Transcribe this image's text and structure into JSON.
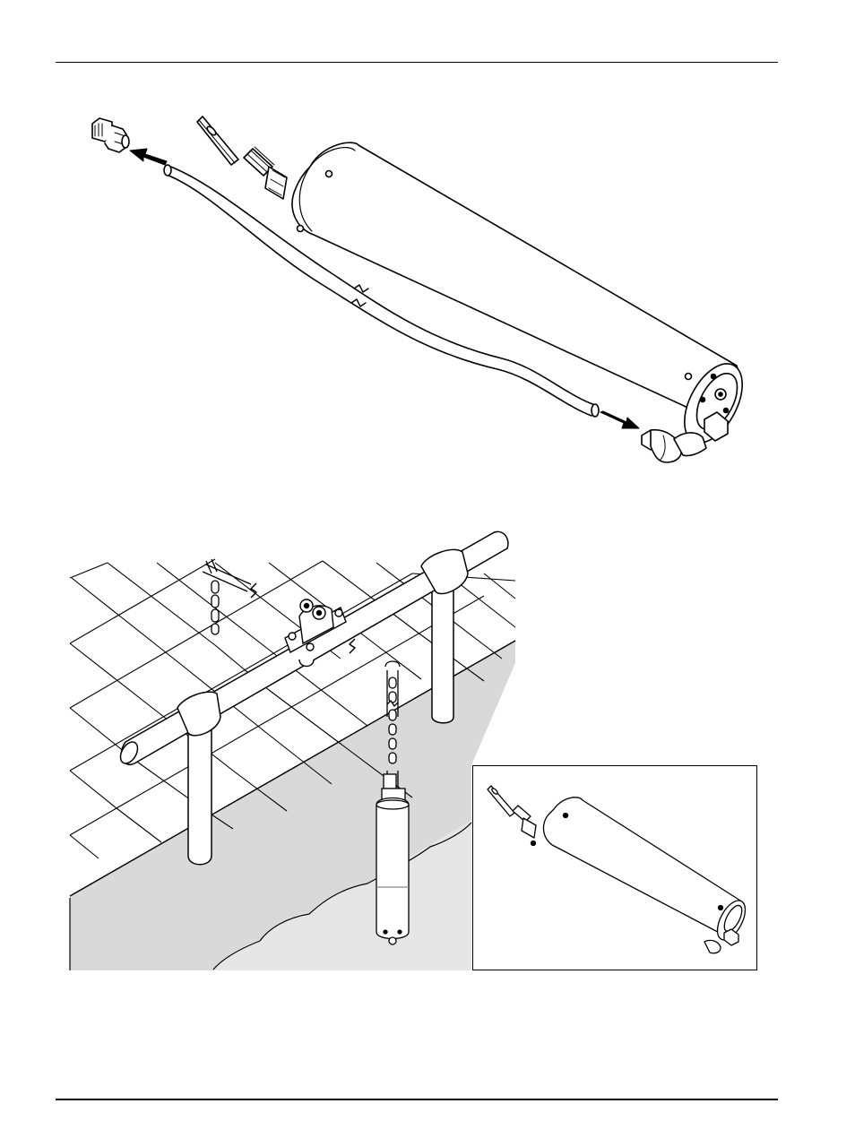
{
  "page": {
    "header_rule": "top",
    "footer_rule": "bottom"
  },
  "figure_top": {
    "parts": [
      "cable-gland-fitting",
      "tubing-hose",
      "sensor-probe-body",
      "elbow-fitting"
    ],
    "arrows": [
      "remove-fitting-arrow",
      "attach-elbow-arrow"
    ]
  },
  "figure_bottom": {
    "parts": [
      "mounting-rail-pipe",
      "pipe-clamp",
      "support-posts",
      "chain",
      "submerged-sensor",
      "water-surface",
      "basin-wall"
    ],
    "inset": "sensor-detail-inset"
  },
  "colors": {
    "line": "#000000",
    "basin_wall": "#d9d9d9",
    "water": "#e6e6e6",
    "paper": "#ffffff"
  }
}
